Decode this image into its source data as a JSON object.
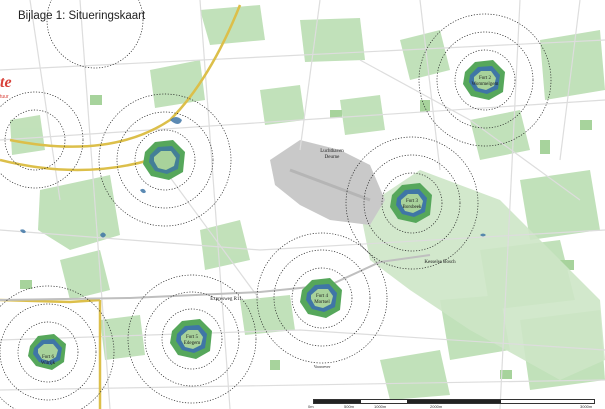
{
  "title": "Bijlage 1: Situeringskaart",
  "brand": {
    "text": "te",
    "subtitle": "tuur",
    "color": "#d8423a"
  },
  "forts": [
    {
      "id": "fort5",
      "line1": "Fort 5",
      "line2": "Edegem"
    },
    {
      "id": "fort6",
      "line1": "Fort 6",
      "line2": "Wilrijk"
    },
    {
      "id": "fort4",
      "line1": "Fort 4",
      "line2": "Mortsel"
    },
    {
      "id": "fort3",
      "line1": "Fort 3",
      "line2": "Borsbeek"
    },
    {
      "id": "fort2",
      "line1": "Fort 2",
      "line2": "Wommelgem"
    }
  ],
  "places": {
    "airport": [
      "Luchthaven",
      "Deurne"
    ],
    "park": "Kesselse Bosch",
    "road": "Expresweg R11",
    "edge_label": "Vooroever"
  },
  "scale_labels": [
    "0m",
    "500m",
    "1000m",
    "2000m",
    "3000m"
  ],
  "colors": {
    "green": "#b7dcae",
    "dark_green": "#56a75b",
    "water": "#3f76a6",
    "road": "#dcbf4a",
    "airport": "#c9c9c9"
  }
}
